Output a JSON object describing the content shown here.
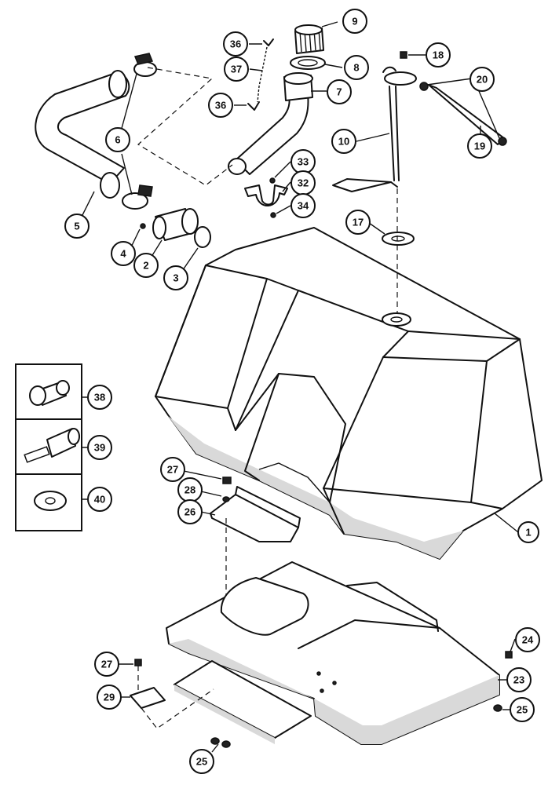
{
  "callouts": [
    {
      "id": "c9",
      "label": "9"
    },
    {
      "id": "c36a",
      "label": "36"
    },
    {
      "id": "c8",
      "label": "8"
    },
    {
      "id": "c18",
      "label": "18"
    },
    {
      "id": "c37",
      "label": "37"
    },
    {
      "id": "c20",
      "label": "20"
    },
    {
      "id": "c7",
      "label": "7"
    },
    {
      "id": "c36b",
      "label": "36"
    },
    {
      "id": "c6",
      "label": "6"
    },
    {
      "id": "c10",
      "label": "10"
    },
    {
      "id": "c19",
      "label": "19"
    },
    {
      "id": "c33",
      "label": "33"
    },
    {
      "id": "c32",
      "label": "32"
    },
    {
      "id": "c34",
      "label": "34"
    },
    {
      "id": "c5",
      "label": "5"
    },
    {
      "id": "c17",
      "label": "17"
    },
    {
      "id": "c4",
      "label": "4"
    },
    {
      "id": "c2",
      "label": "2"
    },
    {
      "id": "c3",
      "label": "3"
    },
    {
      "id": "c38",
      "label": "38"
    },
    {
      "id": "c39",
      "label": "39"
    },
    {
      "id": "c40",
      "label": "40"
    },
    {
      "id": "c27a",
      "label": "27"
    },
    {
      "id": "c28",
      "label": "28"
    },
    {
      "id": "c26",
      "label": "26"
    },
    {
      "id": "c1",
      "label": "1"
    },
    {
      "id": "c24",
      "label": "24"
    },
    {
      "id": "c27b",
      "label": "27"
    },
    {
      "id": "c23",
      "label": "23"
    },
    {
      "id": "c29",
      "label": "29"
    },
    {
      "id": "c25a",
      "label": "25"
    },
    {
      "id": "c25b",
      "label": "25"
    }
  ]
}
